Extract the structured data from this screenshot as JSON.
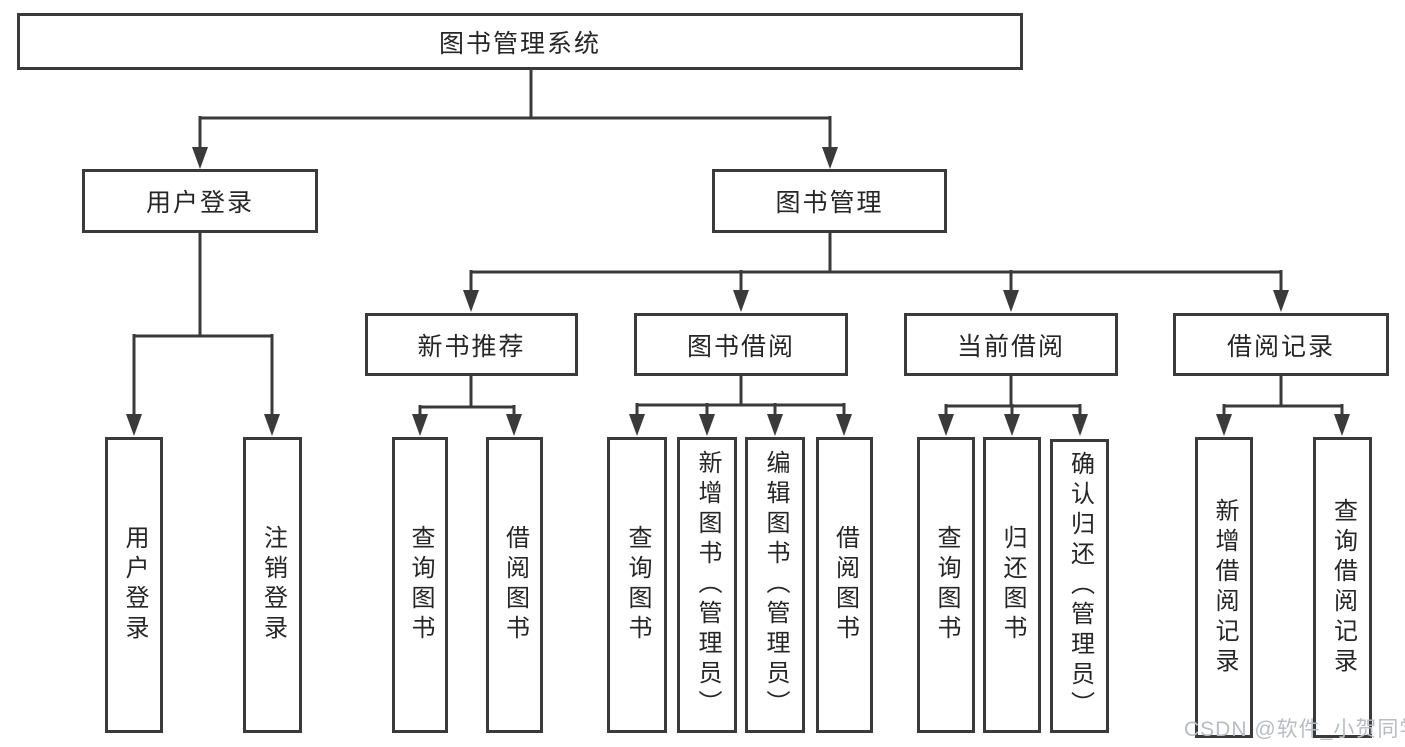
{
  "colors": {
    "line": "#3a3a3a",
    "box_border": "#3a3a3a",
    "box_fill": "#ffffff",
    "text": "#262626",
    "watermark": "#b8bcc3",
    "background": "#ffffff"
  },
  "tree": {
    "label": "图书管理系统",
    "children": [
      {
        "label": "用户登录",
        "children": [
          {
            "label": "用户登录"
          },
          {
            "label": "注销登录"
          }
        ]
      },
      {
        "label": "图书管理",
        "children": [
          {
            "label": "新书推荐",
            "children": [
              {
                "label": "查询图书"
              },
              {
                "label": "借阅图书"
              }
            ]
          },
          {
            "label": "图书借阅",
            "children": [
              {
                "label": "查询图书"
              },
              {
                "label": "新增图书（管理员）"
              },
              {
                "label": "编辑图书（管理员）"
              },
              {
                "label": "借阅图书"
              }
            ]
          },
          {
            "label": "当前借阅",
            "children": [
              {
                "label": "查询图书"
              },
              {
                "label": "归还图书"
              },
              {
                "label": "确认归还（管理员）"
              }
            ]
          },
          {
            "label": "借阅记录",
            "children": [
              {
                "label": "新增借阅记录"
              },
              {
                "label": "查询借阅记录"
              }
            ]
          }
        ]
      }
    ]
  },
  "watermark": {
    "text": "CSDN @软件_小贺同学"
  }
}
